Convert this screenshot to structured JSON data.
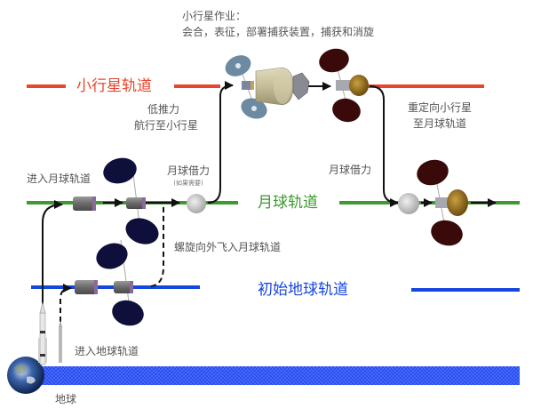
{
  "colors": {
    "asteroid_orbit": "#e8452c",
    "lunar_orbit": "#3c9a2e",
    "earth_orbit": "#1646e0",
    "earth_ground": "#2a4ff0",
    "text_gray": "#555555",
    "path_black": "#111111",
    "solar_panel_dark": "#0e0f3a",
    "solar_panel_brown": "#3a0a0a",
    "solar_panel_blue": "#6d8aa3",
    "asteroid_gold": "#9a7420",
    "capture_bag": "#c9c2a0"
  },
  "labels": {
    "asteroid_ops_title": "小行星作业：",
    "asteroid_ops_detail": "会合，表征，部署捕获装置，捕获和消旋",
    "asteroid_orbit": "小行星轨道",
    "low_thrust_line1": "低推力",
    "low_thrust_line2": "航行至小行星",
    "redirect_line1": "重定向小行星",
    "redirect_line2": "至月球轨道",
    "enter_lunar_orbit": "进入月球轨道",
    "lunar_gravity_assist_1": "月球借力",
    "lunar_gravity_assist_1_note": "(如果需要)",
    "lunar_gravity_assist_2": "月球借力",
    "lunar_orbit": "月球轨道",
    "spiral_out": "螺旋向外飞入月球轨道",
    "initial_earth_orbit": "初始地球轨道",
    "enter_earth_orbit": "进入地球轨道",
    "earth": "地球"
  },
  "icons": {
    "earth": "earth-icon",
    "rocket_large": "launch-vehicle-icon",
    "rocket_small": "launch-vehicle-small-icon",
    "spacecraft": "spacecraft-icon",
    "moon": "moon-icon",
    "asteroid": "asteroid-icon",
    "capture_bag": "capture-device-icon"
  }
}
